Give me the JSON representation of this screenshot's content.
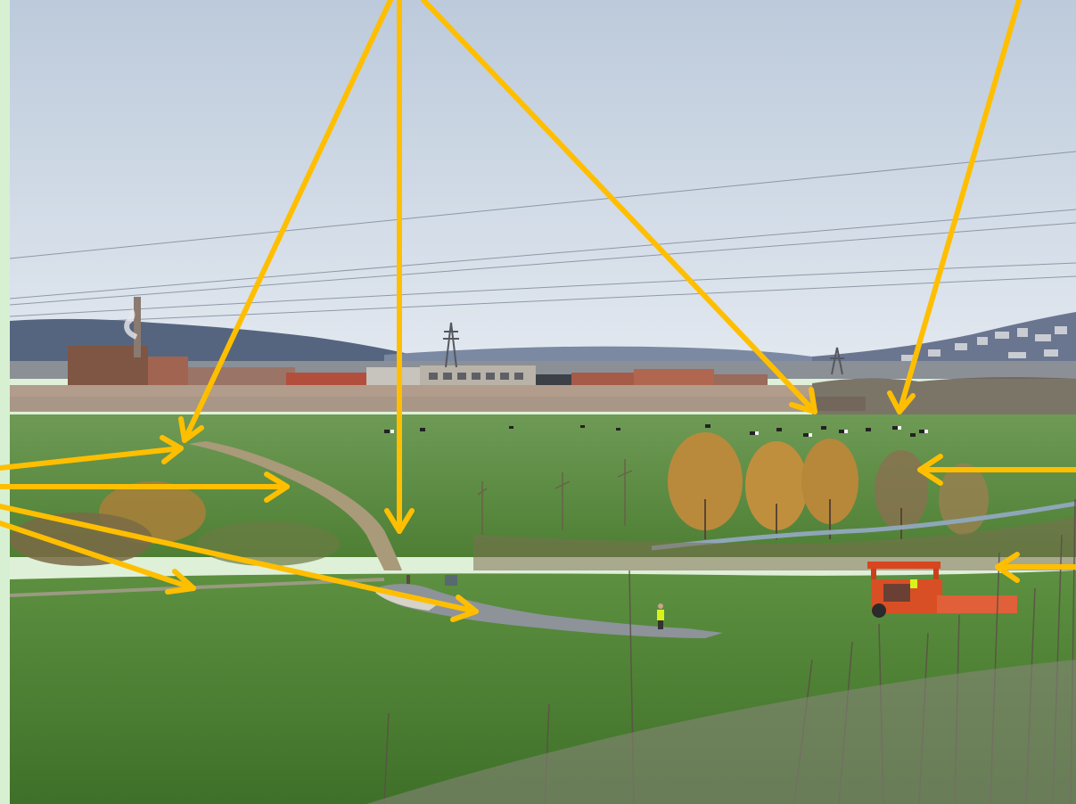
{
  "image": {
    "description_tags": [
      "landscape-photo",
      "industrial-valley",
      "meadow",
      "annotation-arrows"
    ]
  },
  "colors": {
    "strip": "#d7f0d2",
    "sky_top": "#c2cfdd",
    "sky_bottom": "#dfe6ee",
    "hills": "#5a6a88",
    "factory_brick": "#9b5a44",
    "field_far": "#6f9552",
    "field_near": "#5f8e3e",
    "trees_autumn": "#b98a3c",
    "track": "#b8a888",
    "road": "#8a9096",
    "machine": "#d9451f",
    "arrow": "#ffbf00"
  },
  "arrows": [
    {
      "name": "arrow-top-to-left-field"
    },
    {
      "name": "arrow-top-to-track-end"
    },
    {
      "name": "arrow-top-to-cows"
    },
    {
      "name": "arrow-top-right-to-field"
    },
    {
      "name": "arrow-left-to-field-1"
    },
    {
      "name": "arrow-left-to-path"
    },
    {
      "name": "arrow-left-to-lower-track"
    },
    {
      "name": "arrow-left-to-road"
    },
    {
      "name": "arrow-right-to-trees"
    },
    {
      "name": "arrow-right-to-stream"
    }
  ]
}
